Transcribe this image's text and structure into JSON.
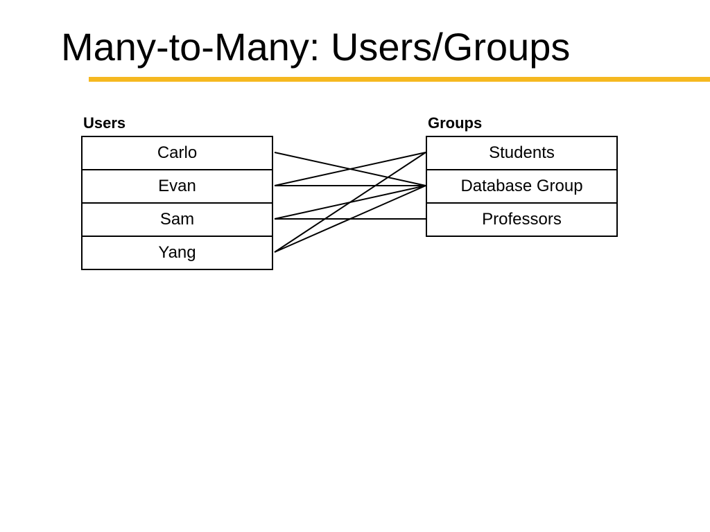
{
  "title": "Many-to-Many: Users/Groups",
  "accent_color": "#F5B820",
  "users": {
    "header": "Users",
    "items": [
      "Carlo",
      "Evan",
      "Sam",
      "Yang"
    ]
  },
  "groups": {
    "header": "Groups",
    "items": [
      "Students",
      "Database Group",
      "Professors"
    ]
  },
  "links": [
    {
      "user": "Carlo",
      "group": "Database Group"
    },
    {
      "user": "Evan",
      "group": "Students"
    },
    {
      "user": "Evan",
      "group": "Database Group"
    },
    {
      "user": "Sam",
      "group": "Database Group"
    },
    {
      "user": "Sam",
      "group": "Professors"
    },
    {
      "user": "Yang",
      "group": "Students"
    },
    {
      "user": "Yang",
      "group": "Database Group"
    }
  ]
}
